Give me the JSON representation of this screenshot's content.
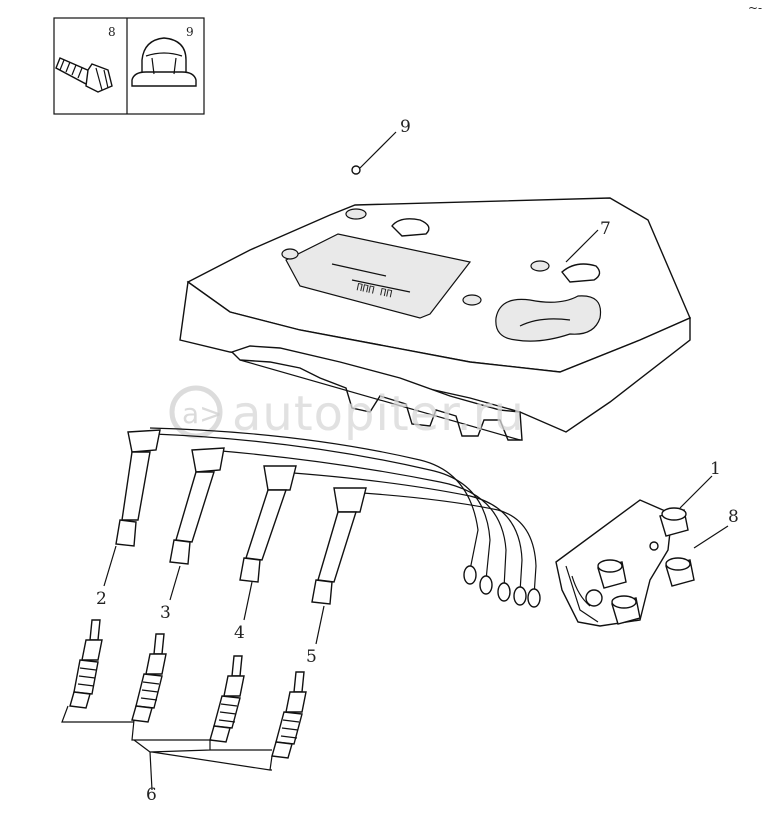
{
  "corner_mark": "~-",
  "inset": {
    "labels": [
      "8",
      "9"
    ]
  },
  "callouts": {
    "c1": "1",
    "c2": "2",
    "c3": "3",
    "c4": "4",
    "c5": "5",
    "c6": "6",
    "c7": "7",
    "c8": "8",
    "c9": "9"
  },
  "cover_marking": "ΠΠΠ ΠΠ",
  "watermark": {
    "text": "autopiter.ru",
    "color": "#d0d0d0"
  },
  "colors": {
    "line": "#111111",
    "background": "#ffffff"
  }
}
